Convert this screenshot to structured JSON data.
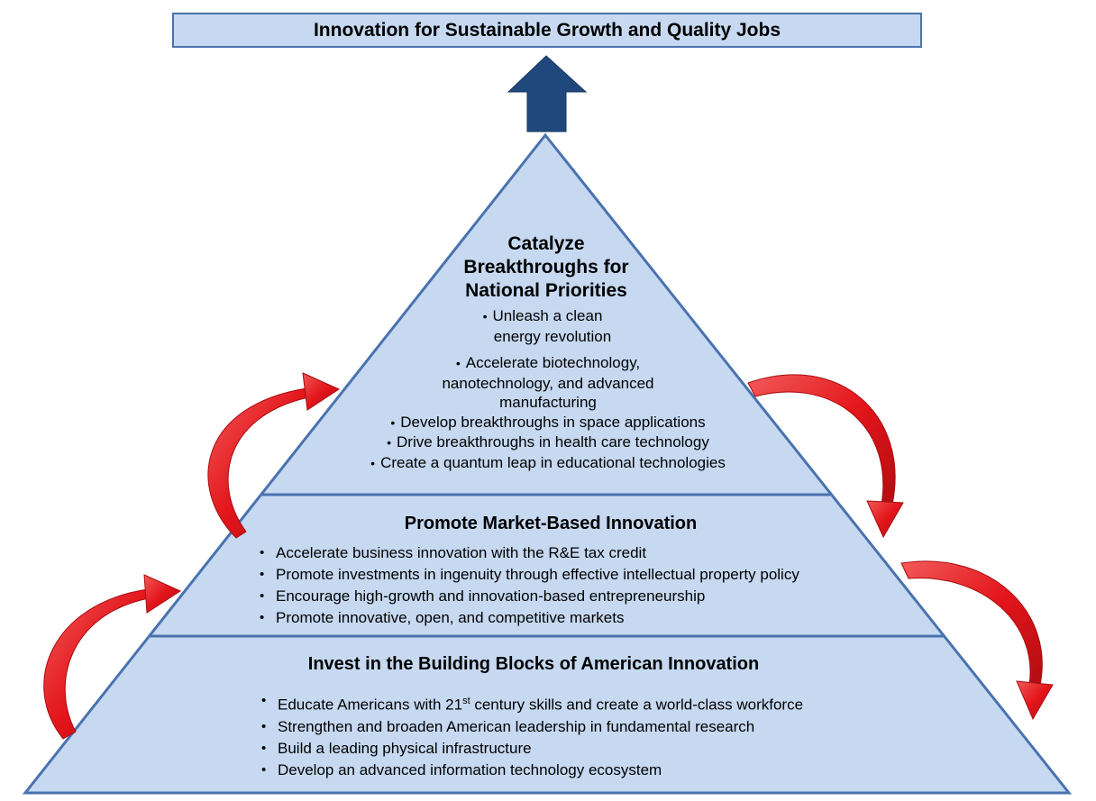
{
  "goal": {
    "label": "Innovation for Sustainable Growth and Quality Jobs"
  },
  "top_tier": {
    "title_lines": [
      "Catalyze",
      "Breakthroughs for",
      "National Priorities"
    ],
    "items": [
      {
        "lines": [
          "Unleash a clean",
          "energy revolution"
        ]
      },
      {
        "lines": [
          "Accelerate biotechnology,",
          "nanotechnology, and advanced",
          "manufacturing"
        ]
      },
      {
        "lines": [
          "Develop breakthroughs in space applications"
        ]
      },
      {
        "lines": [
          "Drive breakthroughs in health care technology"
        ]
      },
      {
        "lines": [
          "Create a quantum leap in educational technologies"
        ]
      }
    ]
  },
  "middle_tier": {
    "title": "Promote Market-Based Innovation",
    "items": [
      "Accelerate business innovation with the R&E tax credit",
      "Promote investments in ingenuity through effective intellectual property policy",
      "Encourage high-growth and innovation-based entrepreneurship",
      "Promote innovative, open, and competitive markets"
    ]
  },
  "bottom_tier": {
    "title": "Invest in the Building Blocks of American Innovation",
    "item1": {
      "pre": "Educate Americans with 21",
      "sup": "st",
      "post": " century skills and create a world-class workforce"
    },
    "items": [
      "Strengthen and broaden American leadership in fundamental research",
      "Build a leading  physical infrastructure",
      "Develop an advanced information technology ecosystem"
    ]
  },
  "colors": {
    "fill": "#c6d9f1",
    "border": "#4a72ae",
    "arrow_up": "#1f497d",
    "curved_arrows": "#e3161b"
  }
}
